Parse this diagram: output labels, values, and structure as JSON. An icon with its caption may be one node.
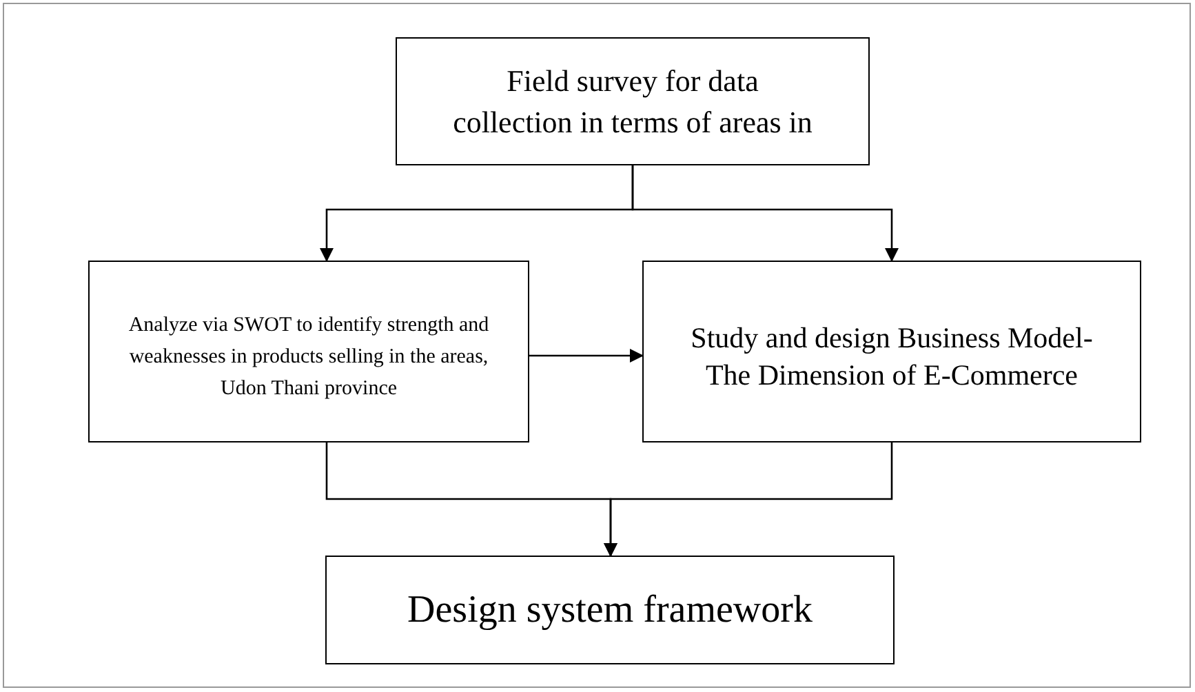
{
  "diagram": {
    "nodes": [
      {
        "text": [
          "Field survey for data collection in terms of areas in"
        ]
      },
      {
        "text": [
          "Analyze via SWOT to identify strength and weaknesses in products selling in the areas, Udon Thani province"
        ]
      },
      {
        "text": [
          "Study and design Business Model- The Dimension of E-Commerce"
        ]
      },
      {
        "text": [
          "Design system framework"
        ]
      }
    ],
    "edges": [
      {
        "from": 0,
        "to": 1,
        "arrow": "to"
      },
      {
        "from": 0,
        "to": 2,
        "arrow": "to"
      },
      {
        "from": 1,
        "to": 2,
        "arrow": "to"
      },
      {
        "from": 1,
        "to": 3,
        "arrow": "to"
      },
      {
        "from": 2,
        "to": 3,
        "arrow": "to"
      }
    ]
  }
}
